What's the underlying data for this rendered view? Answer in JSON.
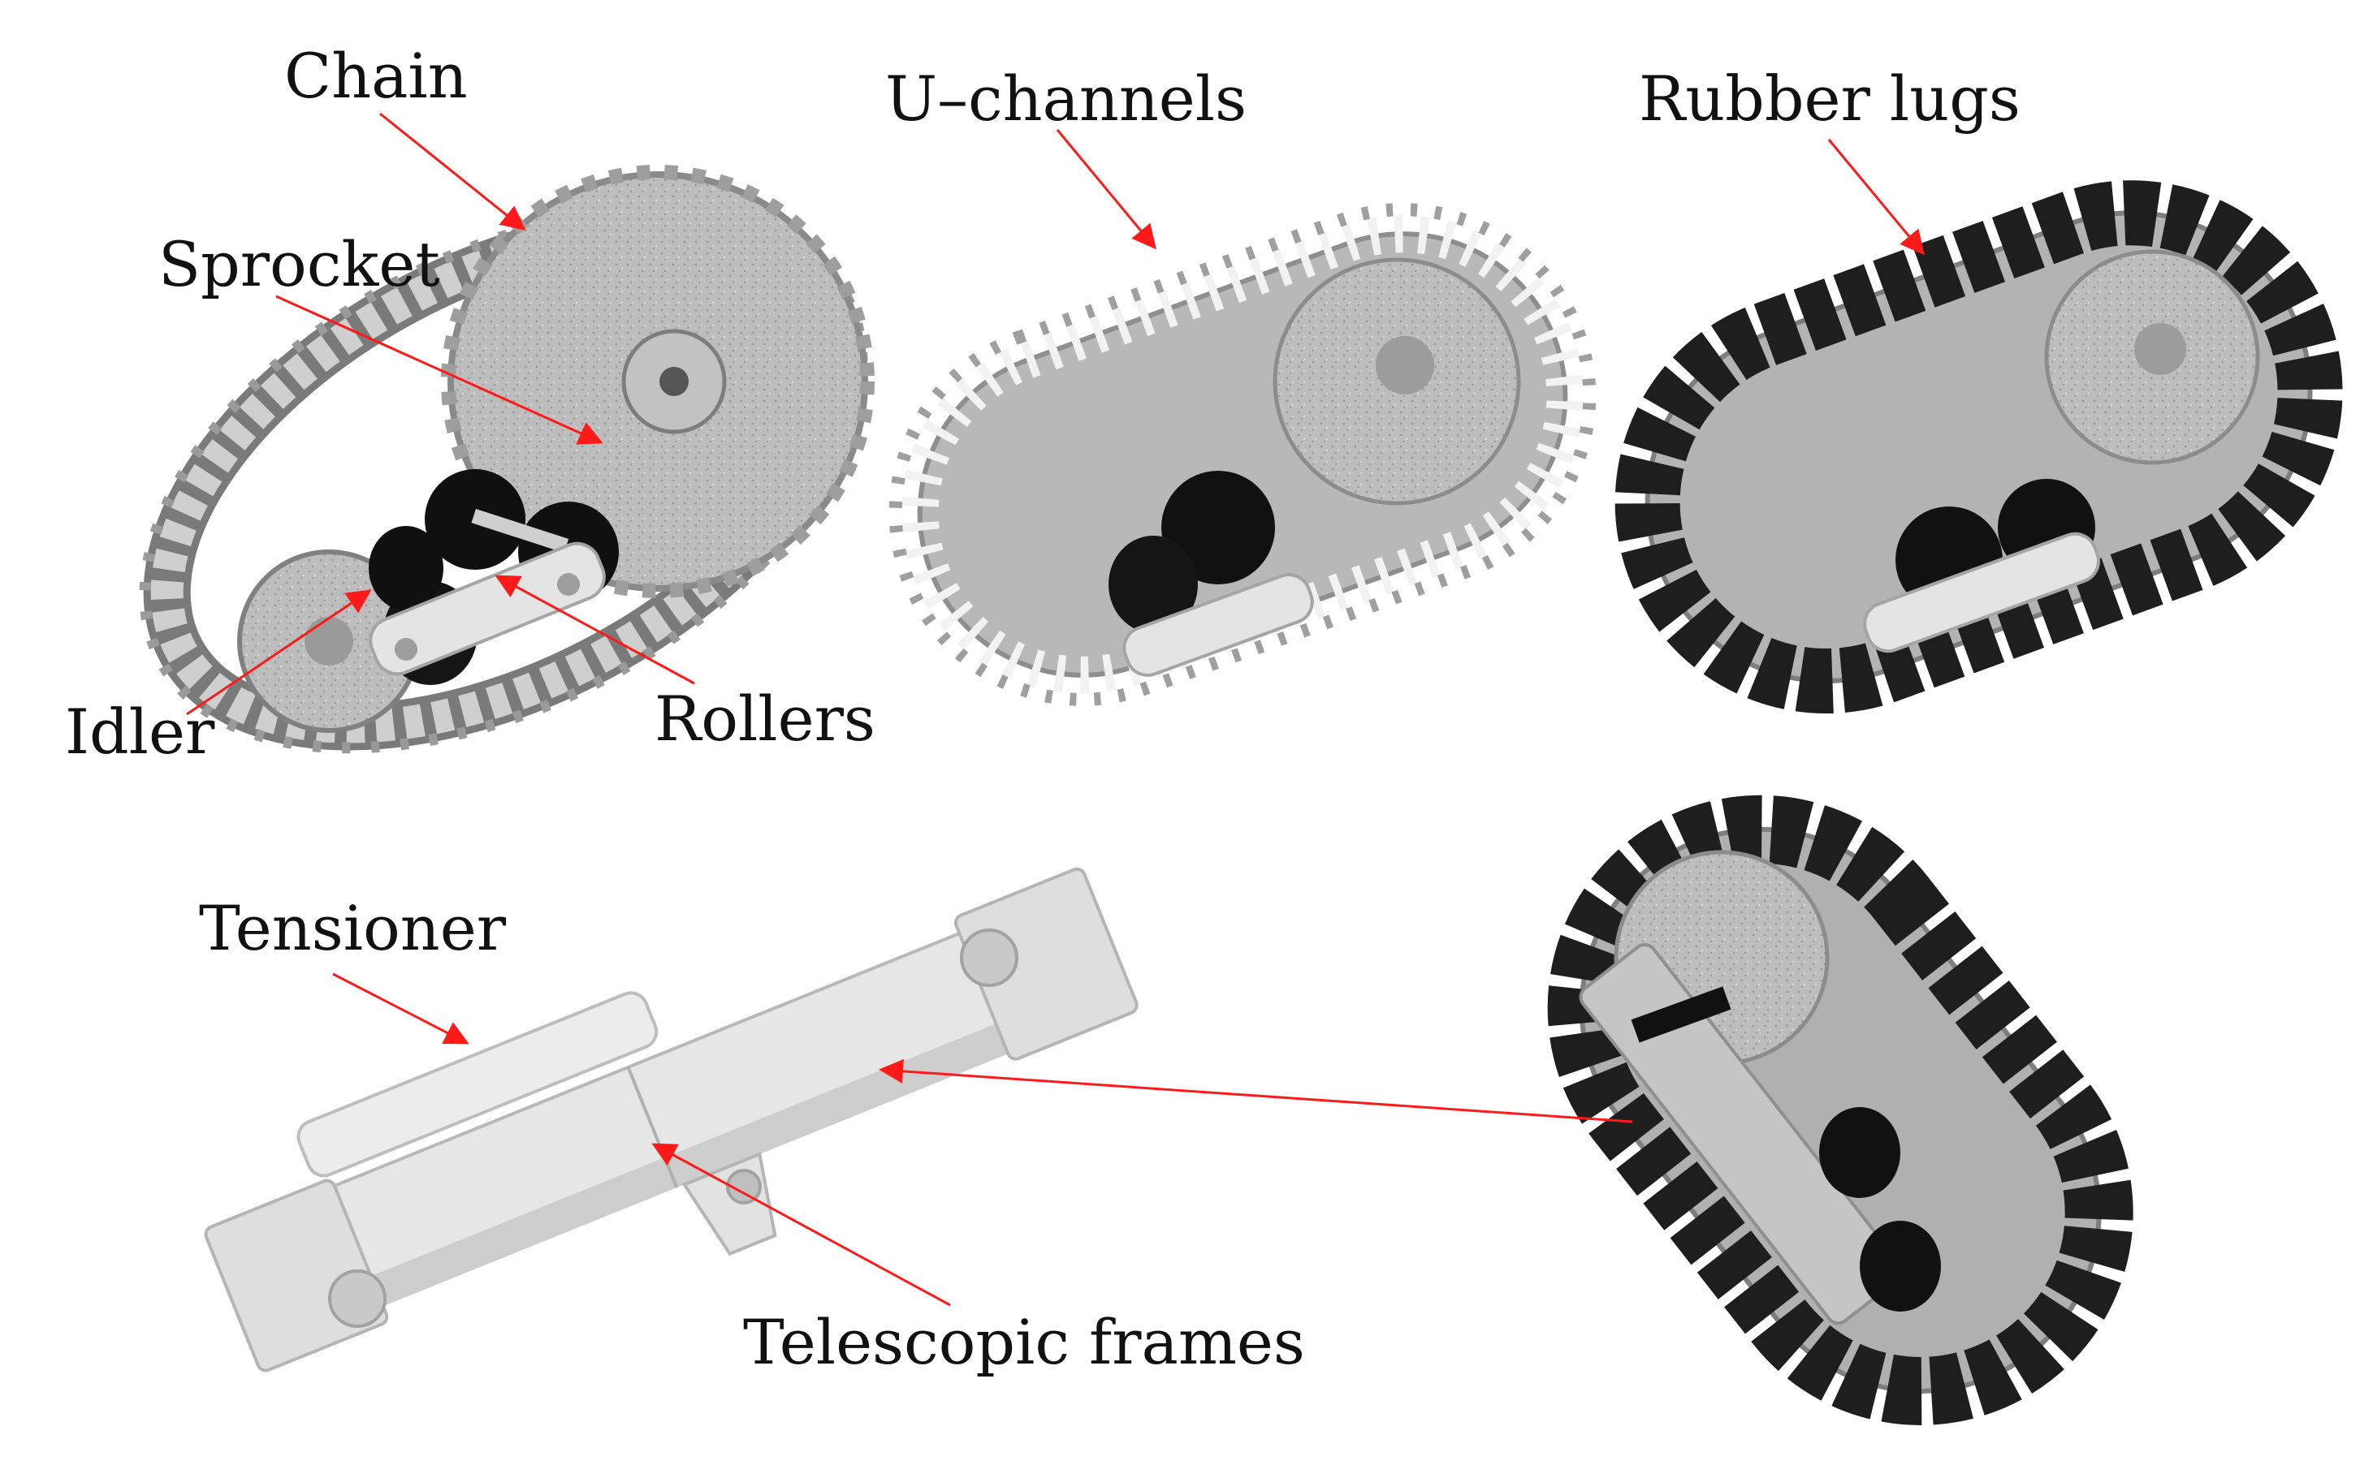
{
  "labels": {
    "chain": "Chain",
    "sprocket": "Sprocket",
    "idler": "Idler",
    "rollers": "Rollers",
    "u_channels": "U–channels",
    "rubber_lugs": "Rubber lugs",
    "tensioner": "Tensioner",
    "telescopic_frames": "Telescopic frames"
  },
  "colors": {
    "arrow": "#ff1a1a",
    "steel": "#a9a9a9",
    "steel_light": "#cfcfcf",
    "steel_dark": "#6f6f6f",
    "rubber": "#1e1e1e",
    "rubber_edge": "#3a3a3a",
    "frame": "#e3e3e3",
    "frame_shade": "#c4c4c4",
    "roller": "#0f0f0f"
  }
}
